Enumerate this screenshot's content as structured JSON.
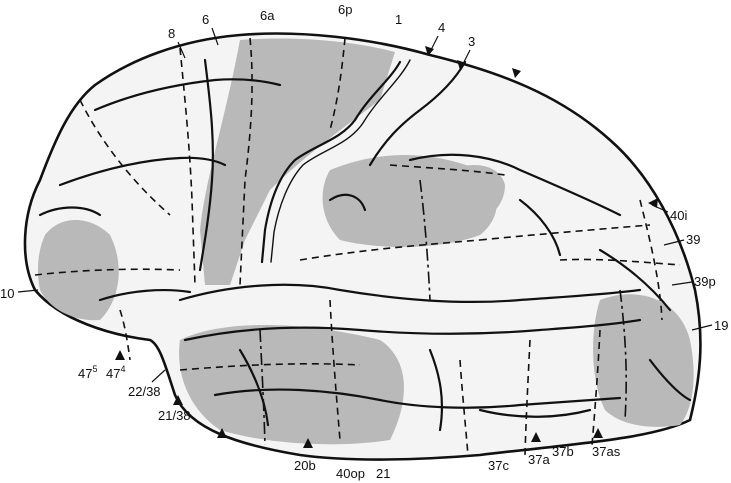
{
  "labels": {
    "l8": "8",
    "l6": "6",
    "l6a": "6a",
    "l6p": "6p",
    "l1": "1",
    "l4": "4",
    "l3": "3",
    "l40i": "40i",
    "l39": "39",
    "l39p": "39p",
    "l19": "19",
    "l10": "10",
    "l47_5": "47",
    "l47_5_sup": "5",
    "l47_4": "47",
    "l47_4_sup": "4",
    "l22_38": "22/38",
    "l21_38": "21/38",
    "l20b": "20b",
    "l40op": "40op",
    "l21": "21",
    "l37c": "37c",
    "l37a": "37a",
    "l37b": "37b",
    "l37as": "37as"
  },
  "colors": {
    "ink": "#111111",
    "shaded_area": "#b9b9b9",
    "background": "#ffffff"
  }
}
